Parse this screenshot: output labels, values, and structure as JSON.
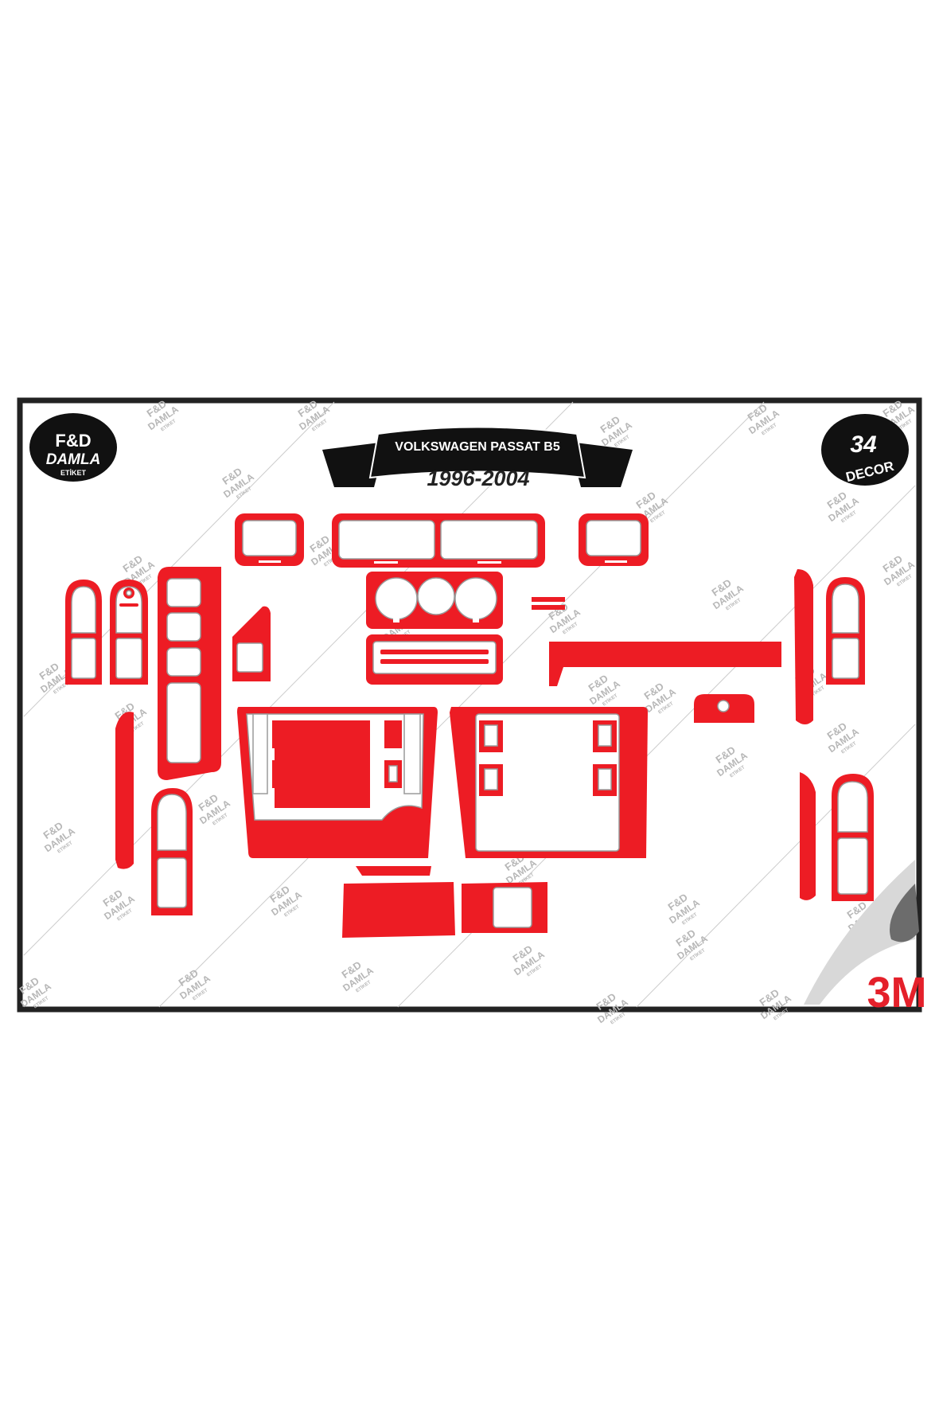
{
  "brand": {
    "logo_line1": "F&D",
    "logo_line2": "DAMLA",
    "logo_line3": "ETİKET"
  },
  "banner": {
    "model": "VOLKSWAGEN PASSAT B5",
    "years": "1996-2004"
  },
  "badge": {
    "count": "34",
    "label": "DECOR"
  },
  "corner_logo": "3M",
  "watermark": {
    "line1": "F&D",
    "line2": "DAMLA",
    "line3": "ETİKET"
  },
  "colors": {
    "piece": "#ed1c24",
    "frame": "#222222",
    "badge": "#111111",
    "logo_3m": "#e4202a"
  }
}
